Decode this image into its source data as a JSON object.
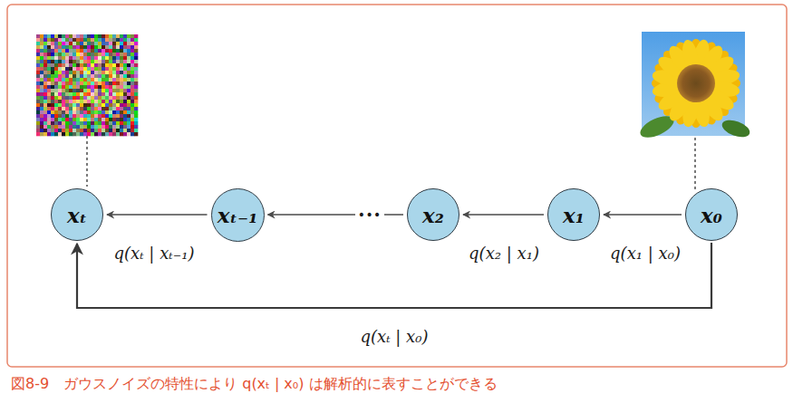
{
  "diagram": {
    "caption": "図8-9　ガウスノイズの特性により q(xₜ | x₀) は解析的に表すことができる",
    "nodes": [
      {
        "text": [
          "xₜ"
        ]
      },
      {
        "text": [
          "xₜ₋₁"
        ]
      },
      {
        "text": [
          "x₂"
        ]
      },
      {
        "text": [
          "x₁"
        ]
      },
      {
        "text": [
          "x₀"
        ]
      }
    ],
    "edges": [
      {
        "from": 1,
        "to": 0,
        "arrow": "to",
        "label": "q(xₜ | xₜ₋₁)"
      },
      {
        "from": 2,
        "to": 1,
        "arrow": "to",
        "label": "···"
      },
      {
        "from": 3,
        "to": 2,
        "arrow": "to",
        "label": "q(x₂ | x₁)"
      },
      {
        "from": 4,
        "to": 3,
        "arrow": "to",
        "label": "q(x₁ | x₀)"
      },
      {
        "from": 4,
        "to": 0,
        "arrow": "to",
        "label": "q(xₜ | x₀)"
      }
    ]
  }
}
